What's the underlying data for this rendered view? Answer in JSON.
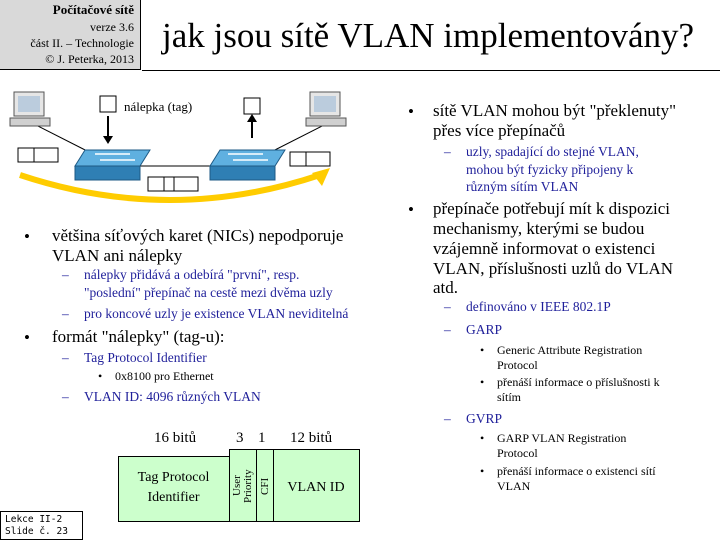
{
  "header": {
    "course": "Počítačové sítě",
    "version": "verze 3.6",
    "part": "část II. – Technologie",
    "author": "© J. Peterka, 2013"
  },
  "title": "jak jsou sítě VLAN implementovány?",
  "diagram": {
    "tag_label": "nálepka (tag)"
  },
  "left_list": [
    {
      "text_lines": [
        "většina síťových karet (NICs) nepodporuje",
        "VLAN ani nálepky"
      ]
    },
    {
      "sub": [
        "nálepky přidává a odebírá \"první\", resp.",
        "\"poslední\" přepínač na cestě mezi dvěma uzly"
      ]
    },
    {
      "sub2": "pro koncové uzly je existence VLAN neviditelná"
    },
    {
      "text": "formát \"nálepky\" (tag-u):"
    },
    {
      "sub": "Tag Protocol Identifier"
    },
    {
      "sub3": "0x8100 pro Ethernet"
    },
    {
      "sub": "VLAN ID: 4096 různých VLAN"
    }
  ],
  "tag_format": {
    "bits_16": "16 bitů",
    "bits_3": "3",
    "bits_1": "1",
    "bits_12": "12 bitů",
    "tpid": [
      "Tag Protocol",
      "Identifier"
    ],
    "user_priority": [
      "User",
      "Priority"
    ],
    "cfi": "CFI",
    "vlan_id": "VLAN ID"
  },
  "right_list": {
    "b1": [
      "sítě VLAN mohou být \"překlenuty\"",
      "přes více přepínačů"
    ],
    "b1_sub": [
      "uzly, spadající do stejné VLAN,",
      "mohou být fyzicky připojeny k",
      "různým sítím VLAN"
    ],
    "b2": [
      "přepínače potřebují mít k dispozici",
      "mechanismy, kterými se budou",
      "vzájemně informovat o existenci",
      "VLAN, příslušnosti uzlů do VLAN",
      "atd."
    ],
    "s1": "definováno v IEEE 802.1P",
    "s2": "GARP",
    "s2_items": [
      [
        "Generic Attribute Registration",
        "Protocol"
      ],
      [
        "přenáší informace o příslušnosti k",
        "sítím"
      ]
    ],
    "s3": "GVRP",
    "s3_items": [
      [
        "GARP VLAN Registration",
        "Protocol"
      ],
      [
        "přenáší informace o existenci sítí",
        "VLAN"
      ]
    ]
  },
  "footer": {
    "lesson": "Lekce II-2",
    "slide": "Slide č. 23"
  },
  "colors": {
    "accent": "#1f1f9a",
    "green": "#ccffcc",
    "header_bg": "#d9d9d9",
    "arrow": "#ffcc00",
    "switch": "#3a8fc4"
  }
}
